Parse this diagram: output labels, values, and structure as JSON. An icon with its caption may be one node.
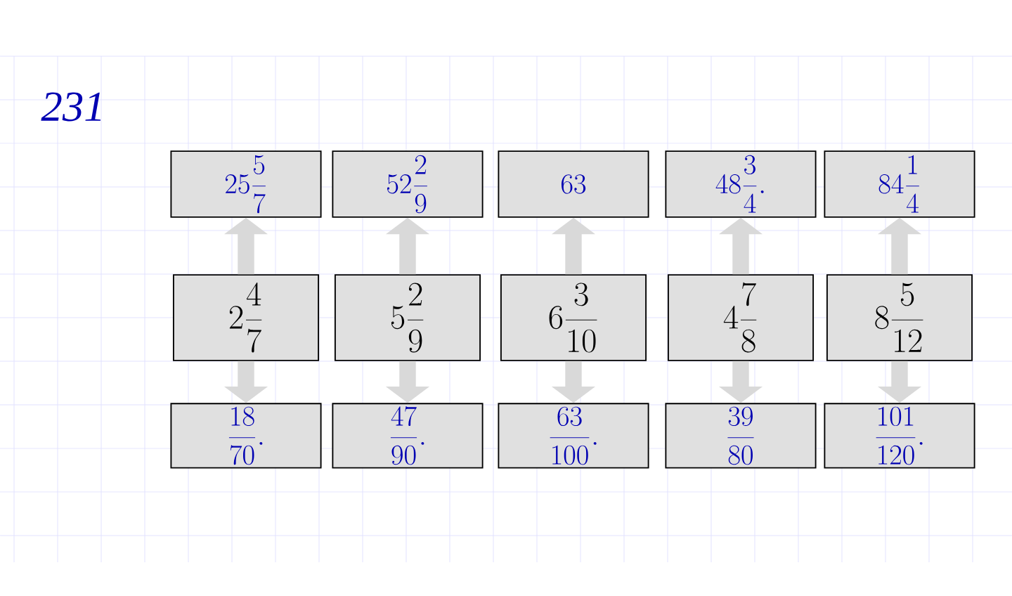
{
  "diagram": {
    "title": "231",
    "nodes": [
      {
        "text": [
          "25\\frac{5}{7}"
        ]
      },
      {
        "text": [
          "52\\frac{2}{9}"
        ]
      },
      {
        "text": [
          "63"
        ]
      },
      {
        "text": [
          "48\\frac{3}{4}."
        ]
      },
      {
        "text": [
          "84\\frac{1}{4}"
        ]
      },
      {
        "text": [
          "2\\frac{4}{7}"
        ]
      },
      {
        "text": [
          "5\\frac{2}{9}"
        ]
      },
      {
        "text": [
          "6\\frac{3}{10}"
        ]
      },
      {
        "text": [
          "4\\frac{7}{8}"
        ]
      },
      {
        "text": [
          "8\\frac{5}{12}"
        ]
      },
      {
        "text": [
          "\\frac{18}{70}."
        ]
      },
      {
        "text": [
          "\\frac{47}{90}."
        ]
      },
      {
        "text": [
          "\\frac{63}{100}."
        ]
      },
      {
        "text": [
          "\\frac{39}{80}"
        ]
      },
      {
        "text": [
          "\\frac{101}{120}."
        ]
      }
    ],
    "edges": [
      {
        "from": 5,
        "to": 0,
        "arrow": "to"
      },
      {
        "from": 5,
        "to": 10,
        "arrow": "to"
      },
      {
        "from": 6,
        "to": 1,
        "arrow": "to"
      },
      {
        "from": 6,
        "to": 11,
        "arrow": "to"
      },
      {
        "from": 7,
        "to": 2,
        "arrow": "to"
      },
      {
        "from": 7,
        "to": 12,
        "arrow": "to"
      },
      {
        "from": 8,
        "to": 3,
        "arrow": "to"
      },
      {
        "from": 8,
        "to": 13,
        "arrow": "to"
      },
      {
        "from": 9,
        "to": 4,
        "arrow": "to"
      },
      {
        "from": 9,
        "to": 14,
        "arrow": "to"
      }
    ]
  }
}
